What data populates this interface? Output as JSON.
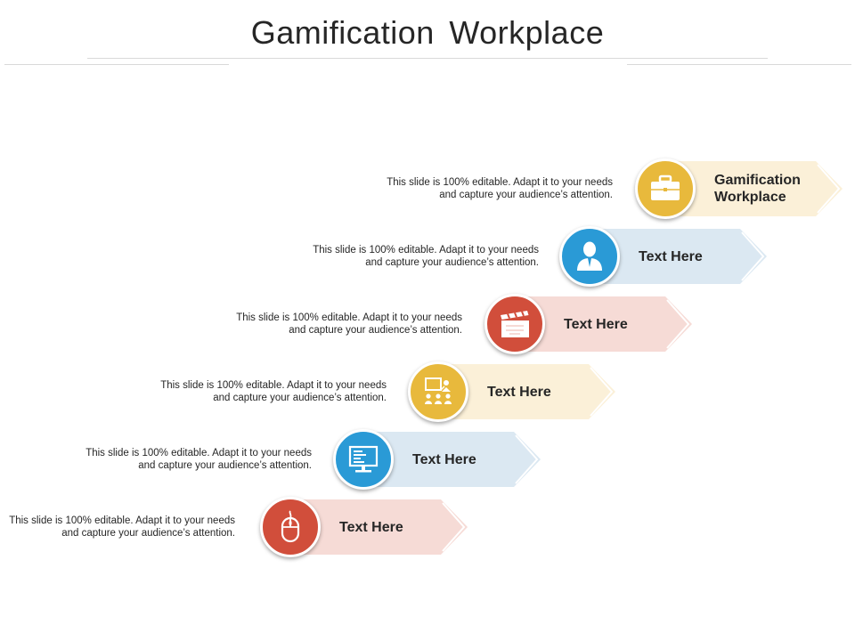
{
  "title": "Gamification  Workplace",
  "colors": {
    "gold": "#e8b93c",
    "blue": "#2a9ad6",
    "red": "#d14e3b",
    "gold_band": "#fbf0d8",
    "blue_band": "#dbe8f2",
    "red_band": "#f6dbd6"
  },
  "steps": [
    {
      "label": "Gamification Workplace",
      "description": "This slide is 100% editable. Adapt it to your needs and capture your audience’s attention.",
      "icon": "briefcase-icon",
      "color": "gold"
    },
    {
      "label": "Text Here",
      "description": "This slide is 100% editable. Adapt it to your needs and capture your audience’s attention.",
      "icon": "businessman-icon",
      "color": "blue"
    },
    {
      "label": "Text Here",
      "description": "This slide is 100% editable. Adapt it to your needs and capture your audience’s attention.",
      "icon": "clapperboard-icon",
      "color": "red"
    },
    {
      "label": "Text Here",
      "description": "This slide is 100% editable. Adapt it to your needs and capture your audience’s attention.",
      "icon": "presentation-icon",
      "color": "gold"
    },
    {
      "label": "Text Here",
      "description": "This slide is 100% editable. Adapt it to your needs and capture your audience’s attention.",
      "icon": "monitor-icon",
      "color": "blue"
    },
    {
      "label": "Text Here",
      "description": "This slide is 100% editable. Adapt it to your needs and capture your audience’s attention.",
      "icon": "mouse-icon",
      "color": "red"
    }
  ]
}
